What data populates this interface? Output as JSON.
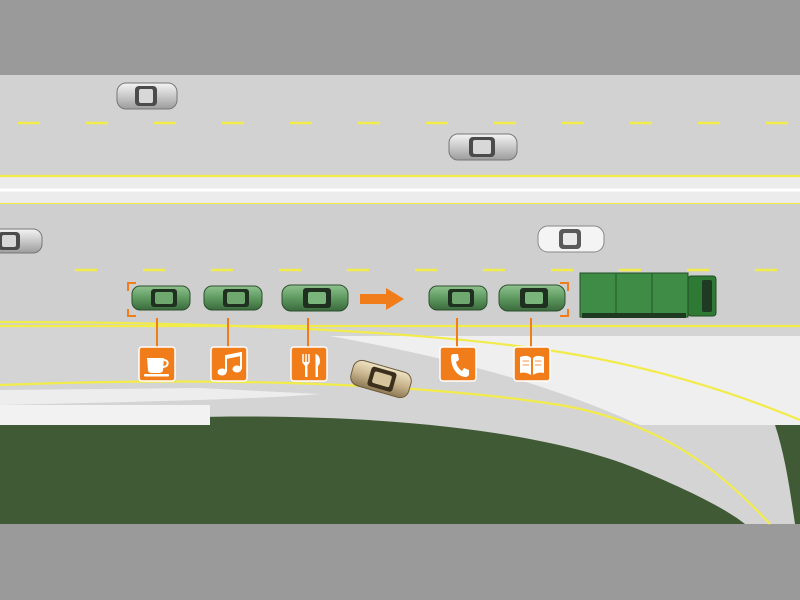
{
  "scene": {
    "colors": {
      "outer_band": "#9a9a9a",
      "road": "#cfcfcf",
      "median": "#e9e9e9",
      "grass": "#3f5a35",
      "lane_marking": "#f2ec4a",
      "platoon_car": "#5e9a60",
      "truck": "#2e7a35",
      "merging_car": "#c9b58e",
      "accent": "#f07d1a"
    },
    "platoon": {
      "vehicles_before_gap": 3,
      "vehicles_after_gap": 2,
      "lead_vehicle": "truck",
      "icons": [
        {
          "name": "coffee-cup-icon"
        },
        {
          "name": "music-note-icon"
        },
        {
          "name": "fork-knife-icon"
        },
        {
          "name": "telephone-icon"
        },
        {
          "name": "open-book-icon"
        }
      ]
    }
  }
}
